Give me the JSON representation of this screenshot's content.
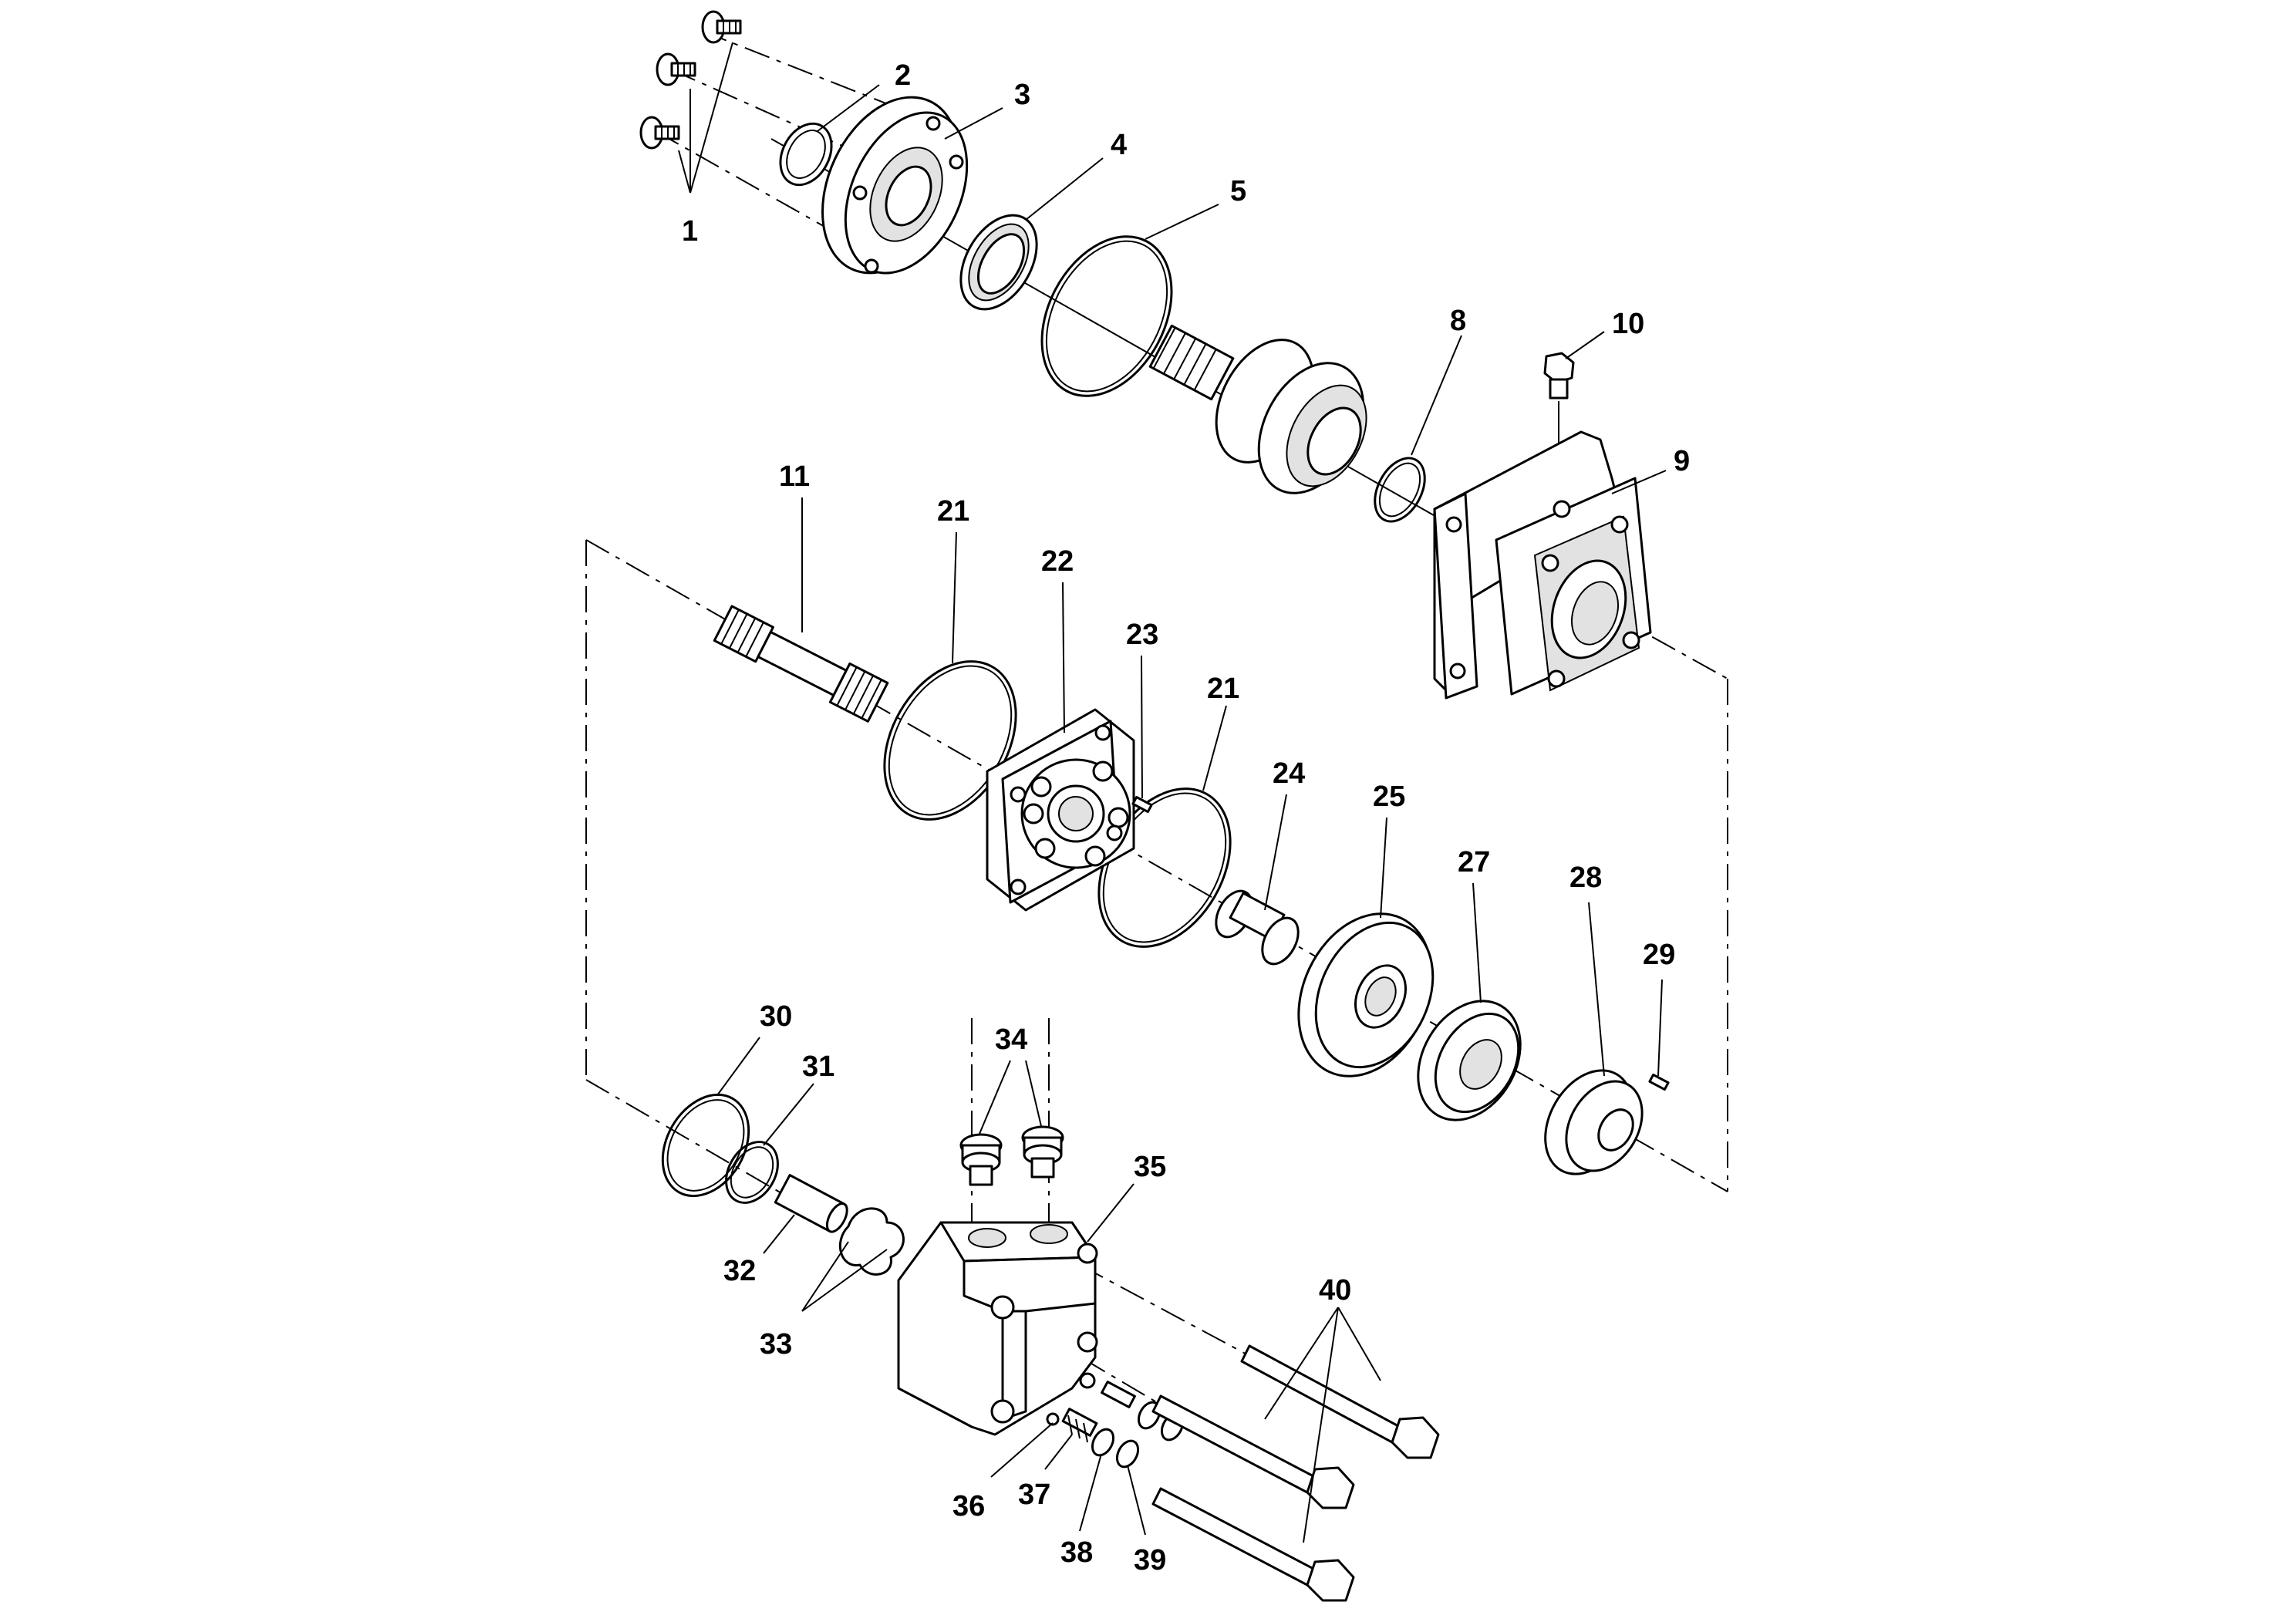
{
  "labels": [
    "1",
    "2",
    "3",
    "4",
    "5",
    "8",
    "10",
    "9",
    "11",
    "21",
    "22",
    "23",
    "21",
    "24",
    "25",
    "27",
    "28",
    "29",
    "30",
    "31",
    "34",
    "35",
    "32",
    "33",
    "40",
    "36",
    "37",
    "38",
    "39"
  ]
}
